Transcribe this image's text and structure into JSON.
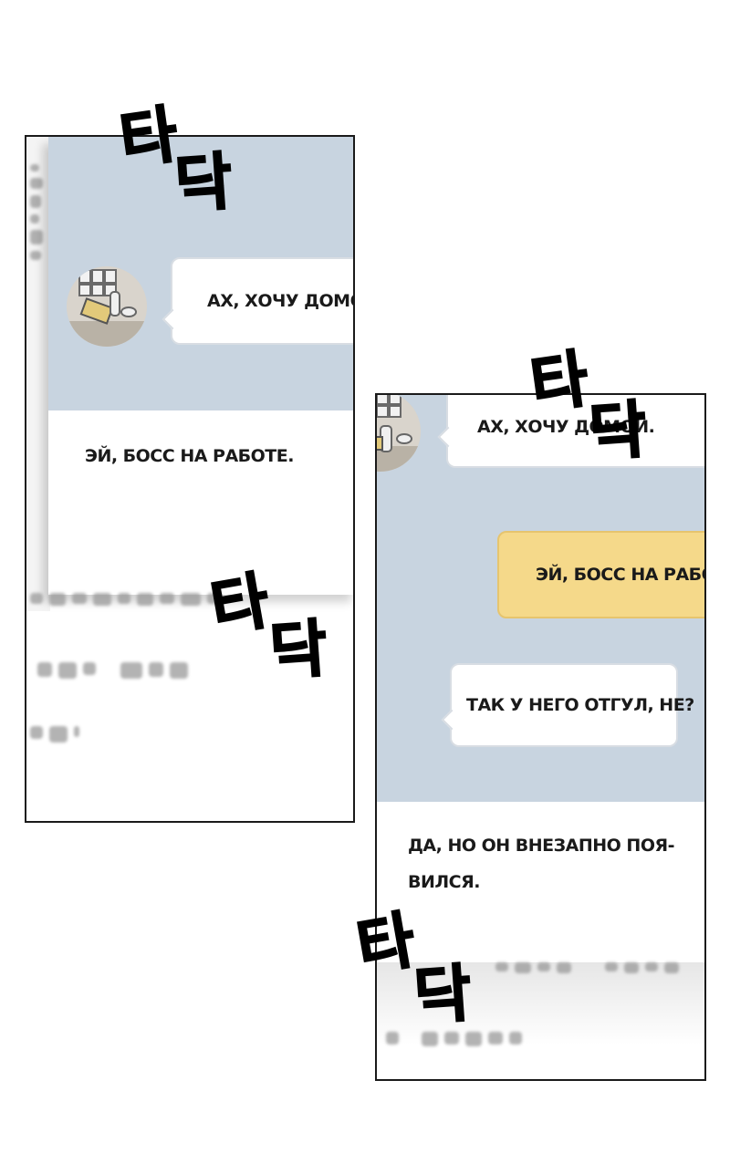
{
  "left_panel": {
    "bubble_text": "АХ, ХОЧУ ДОМО",
    "message_text": "ЭЙ, БОСС НА РАБОТЕ."
  },
  "right_panel": {
    "bubble_top_text": "АХ, ХОЧУ ДОМОЙ.",
    "bubble_yellow_text": "ЭЙ, БОСС НА РАБО",
    "bubble_question_text": "ТАК У НЕГО ОТГУЛ, НЕ?",
    "message_text_line1": "ДА, НО ОН ВНЕЗАПНО ПОЯ-",
    "message_text_line2": "ВИЛСЯ."
  },
  "sfx": {
    "ta": "타",
    "dak": "닥"
  },
  "colors": {
    "chat_blue": "#c8d4e0",
    "bubble_yellow": "#f5d98a",
    "panel_border": "#1a1a1a"
  }
}
